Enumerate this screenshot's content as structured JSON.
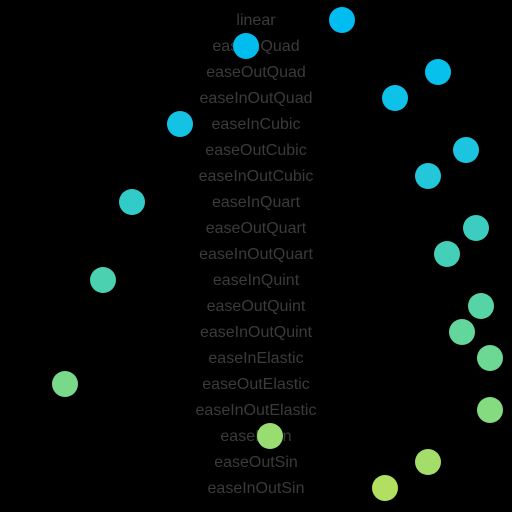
{
  "easings": [
    {
      "name": "linear",
      "progress": 0.68,
      "color": "#00bcf0"
    },
    {
      "name": "easeInQuad",
      "progress": 0.48,
      "color": "#00bdee"
    },
    {
      "name": "easeOutQuad",
      "progress": 0.88,
      "color": "#07c0eb"
    },
    {
      "name": "easeInOutQuad",
      "progress": 0.79,
      "color": "#0dc1e8"
    },
    {
      "name": "easeInCubic",
      "progress": 0.34,
      "color": "#14c3e4"
    },
    {
      "name": "easeOutCubic",
      "progress": 0.94,
      "color": "#1bc5e0"
    },
    {
      "name": "easeInOutCubic",
      "progress": 0.86,
      "color": "#22c7da"
    },
    {
      "name": "easeInQuart",
      "progress": 0.24,
      "color": "#31cbc8"
    },
    {
      "name": "easeOutQuart",
      "progress": 0.96,
      "color": "#3acdc0"
    },
    {
      "name": "easeInOutQuart",
      "progress": 0.9,
      "color": "#43cfb8"
    },
    {
      "name": "easeInQuint",
      "progress": 0.18,
      "color": "#4cd1b0"
    },
    {
      "name": "easeOutQuint",
      "progress": 0.97,
      "color": "#57d4a6"
    },
    {
      "name": "easeInOutQuint",
      "progress": 0.93,
      "color": "#63d69c"
    },
    {
      "name": "easeInElastic",
      "progress": 0.99,
      "color": "#6dd893"
    },
    {
      "name": "easeOutElastic",
      "progress": 0.1,
      "color": "#79d98b"
    },
    {
      "name": "easeInOutElastic",
      "progress": 0.99,
      "color": "#85db80"
    },
    {
      "name": "easeInSin",
      "progress": 0.53,
      "color": "#99dc72"
    },
    {
      "name": "easeOutSin",
      "progress": 0.86,
      "color": "#a5dd69"
    },
    {
      "name": "easeInOutSin",
      "progress": 0.77,
      "color": "#b1df60"
    }
  ]
}
